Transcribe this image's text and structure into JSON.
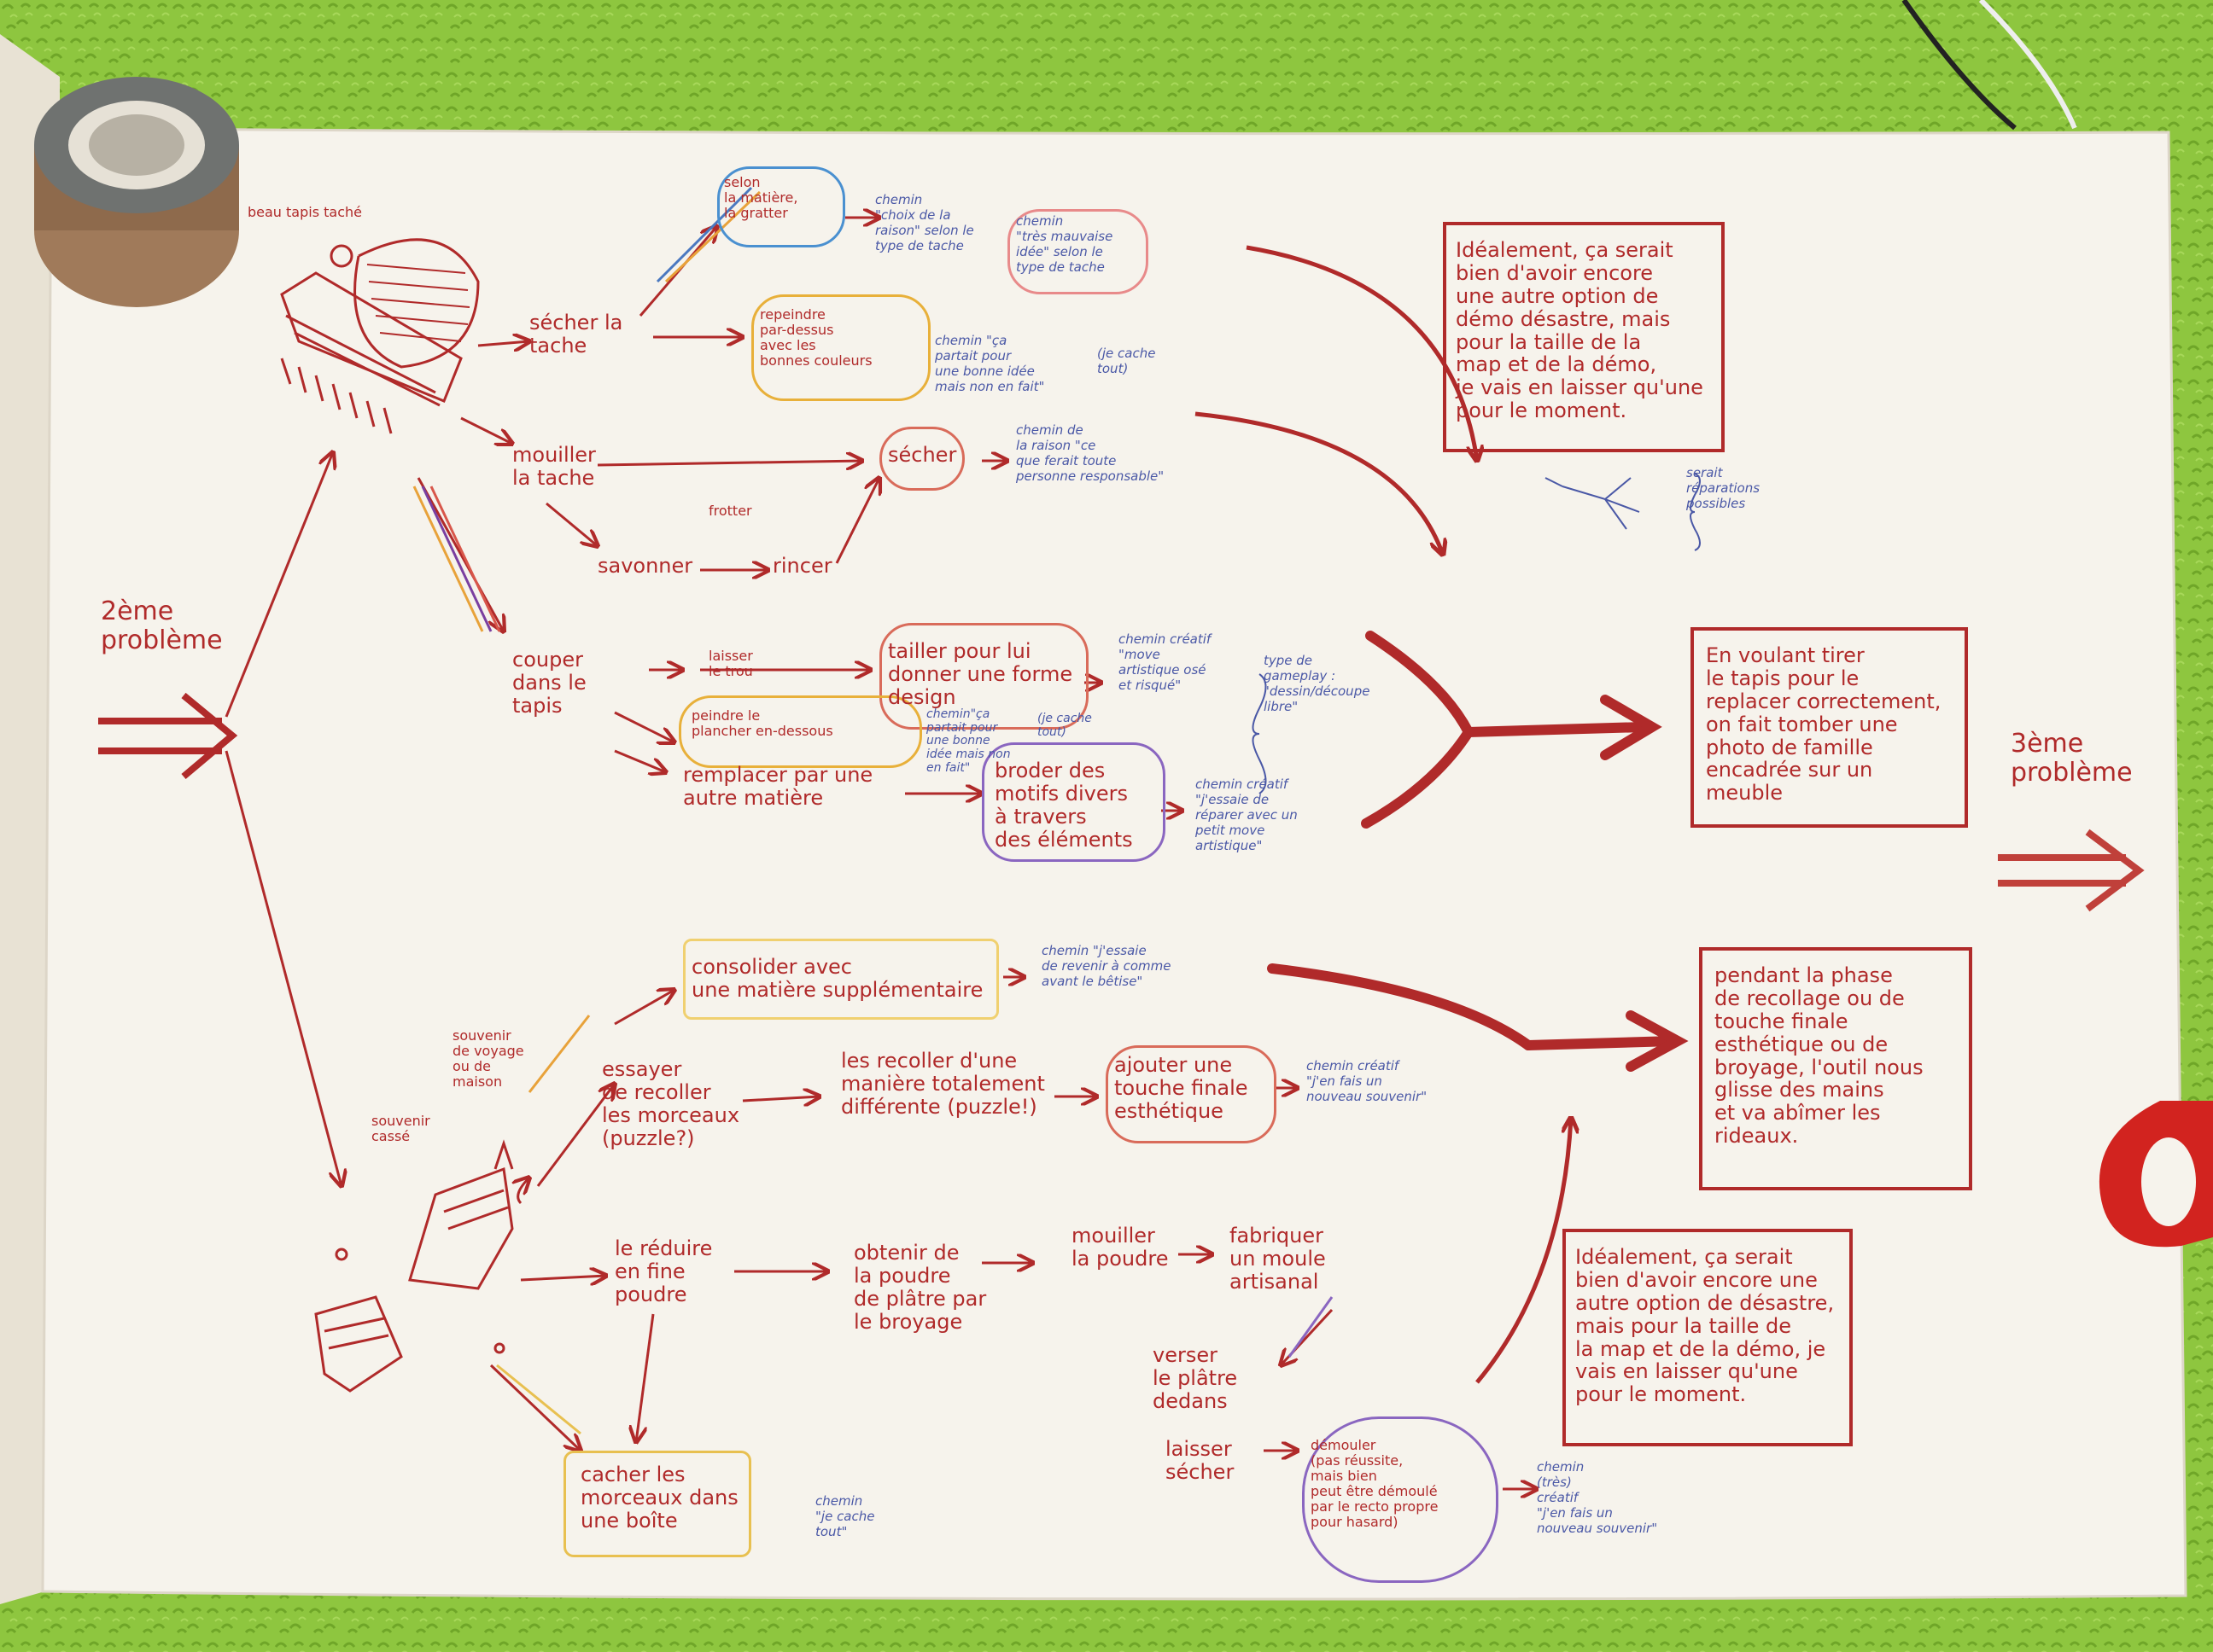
{
  "problem_left": "2ème\nproblème",
  "problem_right": "3ème\nproblème",
  "carpet_caption": "beau tapis taché",
  "branch_top": {
    "secher": "sécher la\ntache",
    "mouiller": "mouiller\nla tache",
    "couper": "couper\ndans le\ntapis",
    "selon": "selon\nla matière,\nla gratter",
    "repeindre": "repeindre\npar-dessus\navec les\nbonnes couleurs",
    "secher2": "sécher",
    "savonner": "savonner",
    "frotter": "frotter",
    "rincer": "rincer",
    "laisser": "laisser\nle trou",
    "peindre": "peindre le\nplancher en-dessous",
    "remplacer": "remplacer par une\nautre matière",
    "tailler": "tailler pour lui\ndonner une forme\ndesign",
    "broder": "broder des\nmotifs divers\nà travers\ndes éléments"
  },
  "notes_top": {
    "n1": "chemin\n\"choix de la\nraison\" selon le\ntype de tache",
    "n2": "chemin\n\"très mauvaise\nidée\" selon le\ntype de tache",
    "n3": "chemin \"ça\npartait pour\nune bonne idée\nmais non en fait\"",
    "n3b": "(je cache\ntout)",
    "n4": "chemin de\nla raison \"ce\nque ferait toute\npersonne responsable\"",
    "n5": "chemin créatif\n\"move\nartistique osé\net risqué\"",
    "n5b": "type de\ngameplay :\n\"dessin/découpe\nlibre\"",
    "n6": "chemin\"ça\npartait pour\nune bonne\nidée mais non\nen fait\"",
    "n6b": "(je cache\ntout)",
    "n7": "chemin créatif\n\"j'essaie de\nréparer avec un\npetit move\nartistique\""
  },
  "side_notes": {
    "box1": "Idéalement, ça serait\nbien d'avoir encore\nune autre option de\ndémo désastre, mais\npour la taille de la\nmap et de la démo,\nje vais en laisser qu'une\npour le moment.",
    "tree": "serait\nréparations\npossibles",
    "box2": "En voulant tirer\nle tapis pour le\nreplacer correctement,\non fait tomber une\nphoto de famille\nencadrée sur un\nmeuble",
    "box3": "pendant la phase\nde recollage ou de\ntouche finale\nesthétique ou de\nbroyage, l'outil nous\nglisse des mains\net va abîmer les\nrideaux.",
    "box4": "Idéalement, ça serait\nbien d'avoir encore une\nautre option de désastre,\nmais pour la taille de\nla map et de la démo, je\nvais en laisser qu'une\npour le moment."
  },
  "branch_bottom": {
    "souvenir": "souvenir\ncassé",
    "souvenir_note": "souvenir\nde voyage\nou de\nmaison",
    "essayer": "essayer\nde recoller\nles morceaux\n(puzzle?)",
    "consolider": "consolider avec\nune matière supplémentaire",
    "recoller": "les recoller d'une\nmanière totalement\ndifférente (puzzle!)",
    "ajouter": "ajouter une\ntouche finale\nesthétique",
    "reduire": "le réduire\nen fine\npoudre",
    "obtenir": "obtenir de\nla poudre\nde plâtre par\nle broyage",
    "mouiller": "mouiller\nla poudre",
    "fabriquer": "fabriquer\nun moule\nartisanal",
    "verser": "verser\nle plâtre\ndedans",
    "laisser": "laisser\nsécher",
    "demouler": "démouler\n(pas réussite,\nmais bien\npeut être démoulé\npar le recto propre\npour hasard)",
    "cacher": "cacher les\nmorceaux dans\nune boîte"
  },
  "notes_bottom": {
    "n1": "chemin \"j'essaie\nde revenir à comme\navant le bêtise\"",
    "n2": "chemin créatif\n\"j'en fais un\nnouveau souvenir\"",
    "n3": "chemin\n\"je cache\ntout\"",
    "n4": "chemin\n(très)\ncréatif\n\"j'en fais un\nnouveau souvenir\""
  }
}
